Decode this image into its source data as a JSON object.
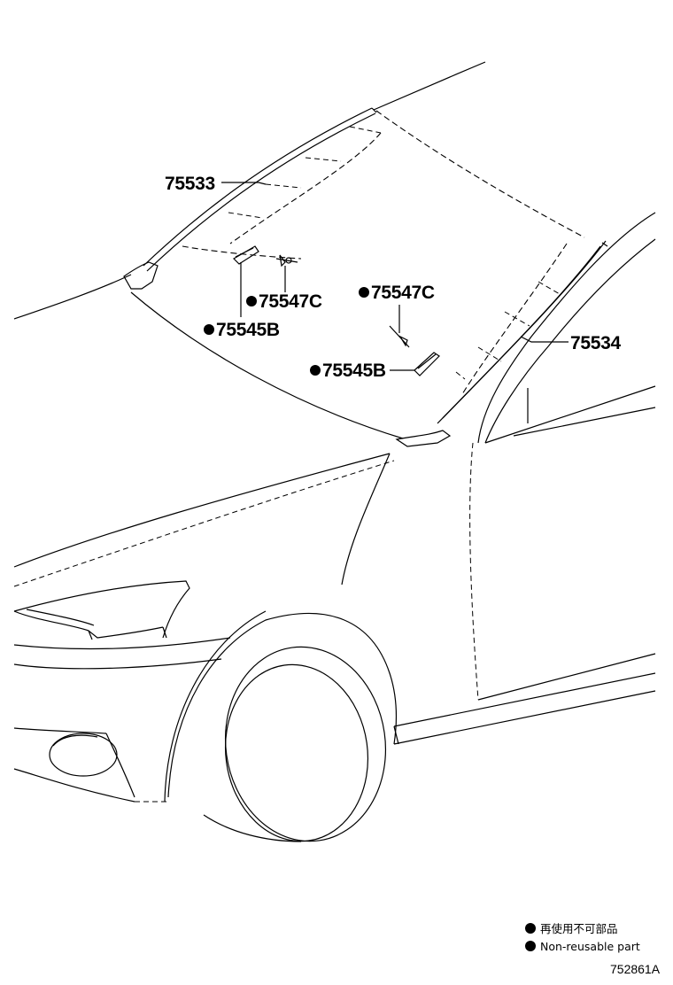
{
  "callouts": {
    "front_molding": "75533",
    "rear_molding": "75534",
    "clip_left": "75547C",
    "clip_right": "75547C",
    "holder_left": "75545B",
    "holder_right": "75545B"
  },
  "legend": {
    "line_jp": "再使用不可部品",
    "line_en": "Non-reusable part"
  },
  "figure_id": "752861A"
}
